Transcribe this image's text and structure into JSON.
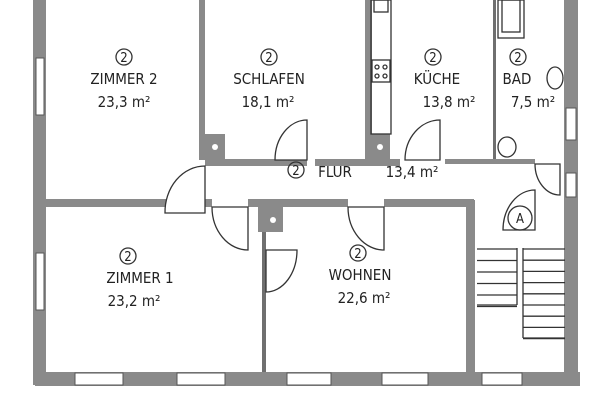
{
  "rooms": [
    {
      "id": "zimmer2",
      "marker": "2",
      "name": "ZIMMER  2",
      "area": "23,3  m²"
    },
    {
      "id": "schlafen",
      "marker": "2",
      "name": "SCHLAFEN",
      "area": "18,1  m²"
    },
    {
      "id": "kueche",
      "marker": "2",
      "name": "KÜCHE",
      "area": "13,8  m²"
    },
    {
      "id": "bad",
      "marker": "2",
      "name": "BAD",
      "area": "7,5  m²"
    },
    {
      "id": "flur",
      "marker": "2",
      "name": "FLUR",
      "area": "13,4  m²"
    },
    {
      "id": "zimmer1",
      "marker": "2",
      "name": "ZIMMER  1",
      "area": "23,2  m²"
    },
    {
      "id": "wohnen",
      "marker": "2",
      "name": "WOHNEN",
      "area": "22,6  m²"
    }
  ],
  "stair_marker": "A",
  "colors": {
    "wall": "#8a8a8a",
    "line": "#333333"
  }
}
